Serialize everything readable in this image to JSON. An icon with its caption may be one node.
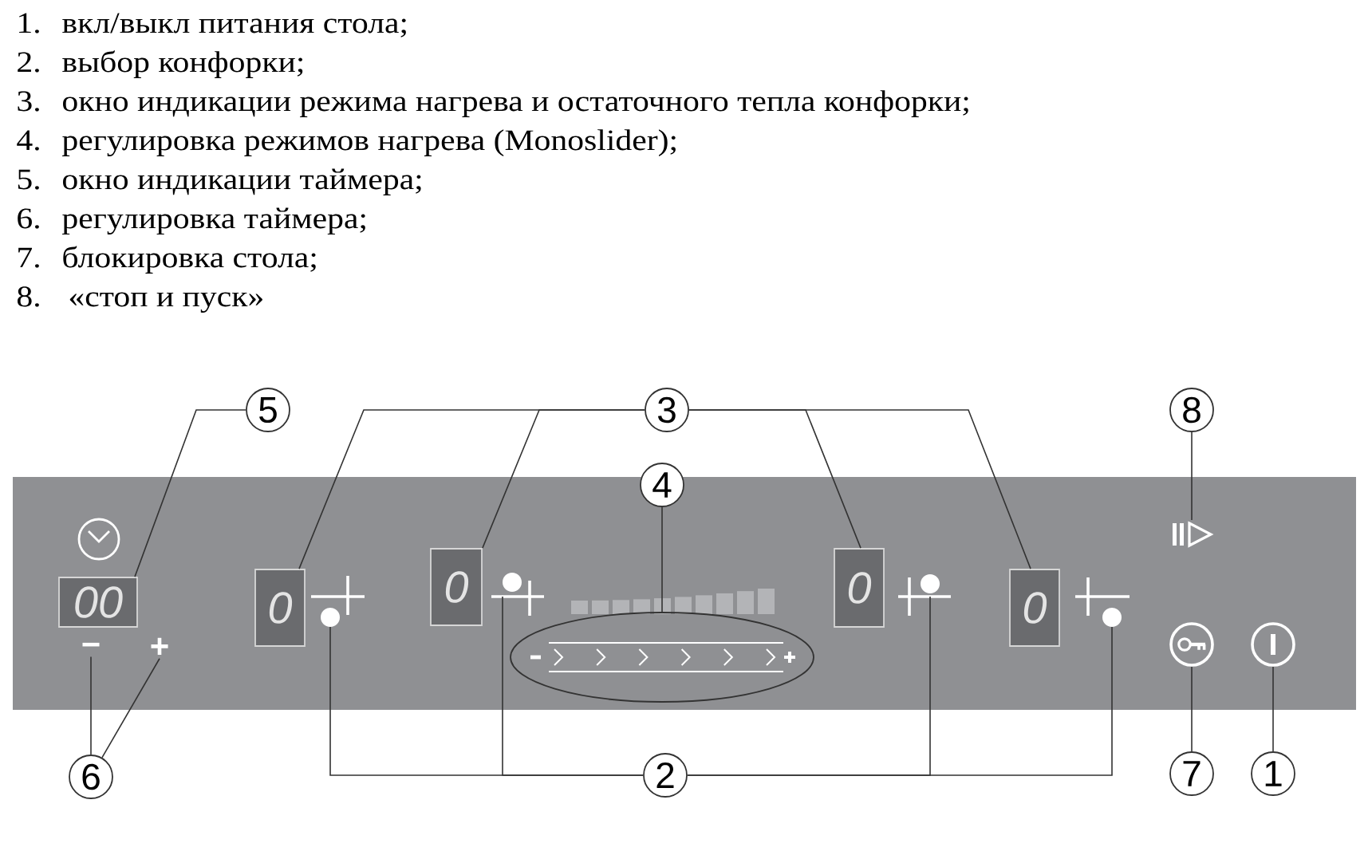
{
  "diagram": {
    "nodes": [
      {
        "text": [],
        "shape": "box"
      },
      {
        "text": [
          "5"
        ]
      },
      {
        "text": [
          "3"
        ]
      },
      {
        "text": [
          "8"
        ]
      },
      {
        "text": [
          "4"
        ]
      },
      {
        "text": [
          "00"
        ],
        "in": 0
      },
      {
        "text": [
          "0"
        ],
        "in": 0
      },
      {
        "text": [],
        "shape": "picture",
        "in": 0
      },
      {
        "text": [
          "0"
        ],
        "in": 0
      },
      {
        "text": [],
        "shape": "picture",
        "in": 0
      },
      {
        "text": [],
        "shape": "ellipse",
        "in": 0
      },
      {
        "text": [
          "0"
        ],
        "in": 0
      },
      {
        "text": [],
        "shape": "picture",
        "in": 0
      },
      {
        "text": [
          "0"
        ],
        "in": 0
      },
      {
        "text": [],
        "shape": "picture",
        "in": 0
      },
      {
        "text": [],
        "shape": "picture",
        "in": 0
      },
      {
        "text": [
          "−"
        ],
        "in": 0
      },
      {
        "text": [
          "+"
        ],
        "in": 0
      },
      {
        "text": [],
        "shape": "picture",
        "in": 0
      },
      {
        "text": [],
        "shape": "picture",
        "in": 0
      },
      {
        "text": [
          "6"
        ]
      },
      {
        "text": [
          "2"
        ]
      },
      {
        "text": [
          "7"
        ]
      },
      {
        "text": [
          "1"
        ]
      }
    ],
    "edges": [
      {
        "from": 1,
        "to": 5,
        "arrow": "none"
      },
      {
        "from": 2,
        "to": 6,
        "arrow": "none"
      },
      {
        "from": 2,
        "to": 8,
        "arrow": "none"
      },
      {
        "from": 2,
        "to": 11,
        "arrow": "none"
      },
      {
        "from": 2,
        "to": 13,
        "arrow": "none"
      },
      {
        "from": 4,
        "to": 10,
        "arrow": "none"
      },
      {
        "from": 3,
        "to": 15,
        "arrow": "none"
      },
      {
        "from": 20,
        "to": 16,
        "arrow": "none"
      },
      {
        "from": 20,
        "to": 17,
        "arrow": "none"
      },
      {
        "from": 21,
        "to": 7,
        "arrow": "none"
      },
      {
        "from": 21,
        "to": 9,
        "arrow": "none"
      },
      {
        "from": 21,
        "to": 12,
        "arrow": "none"
      },
      {
        "from": 21,
        "to": 14,
        "arrow": "none"
      },
      {
        "from": 22,
        "to": 18,
        "arrow": "none"
      },
      {
        "from": 23,
        "to": 19,
        "arrow": "none"
      }
    ],
    "labels": [
      "1.",
      "вкл/выкл питания стола;",
      "2.",
      "выбор конфорки;",
      "3.",
      "окно индикации режима нагрева и остаточного тепла конфорки;",
      "4.",
      "регулировка режимов нагрева (Monoslider);",
      "5.",
      "окно индикации таймера;",
      "6.",
      "регулировка таймера;",
      "7.",
      "блокировка стола;",
      "8.",
      "«стоп и пуск»"
    ]
  }
}
